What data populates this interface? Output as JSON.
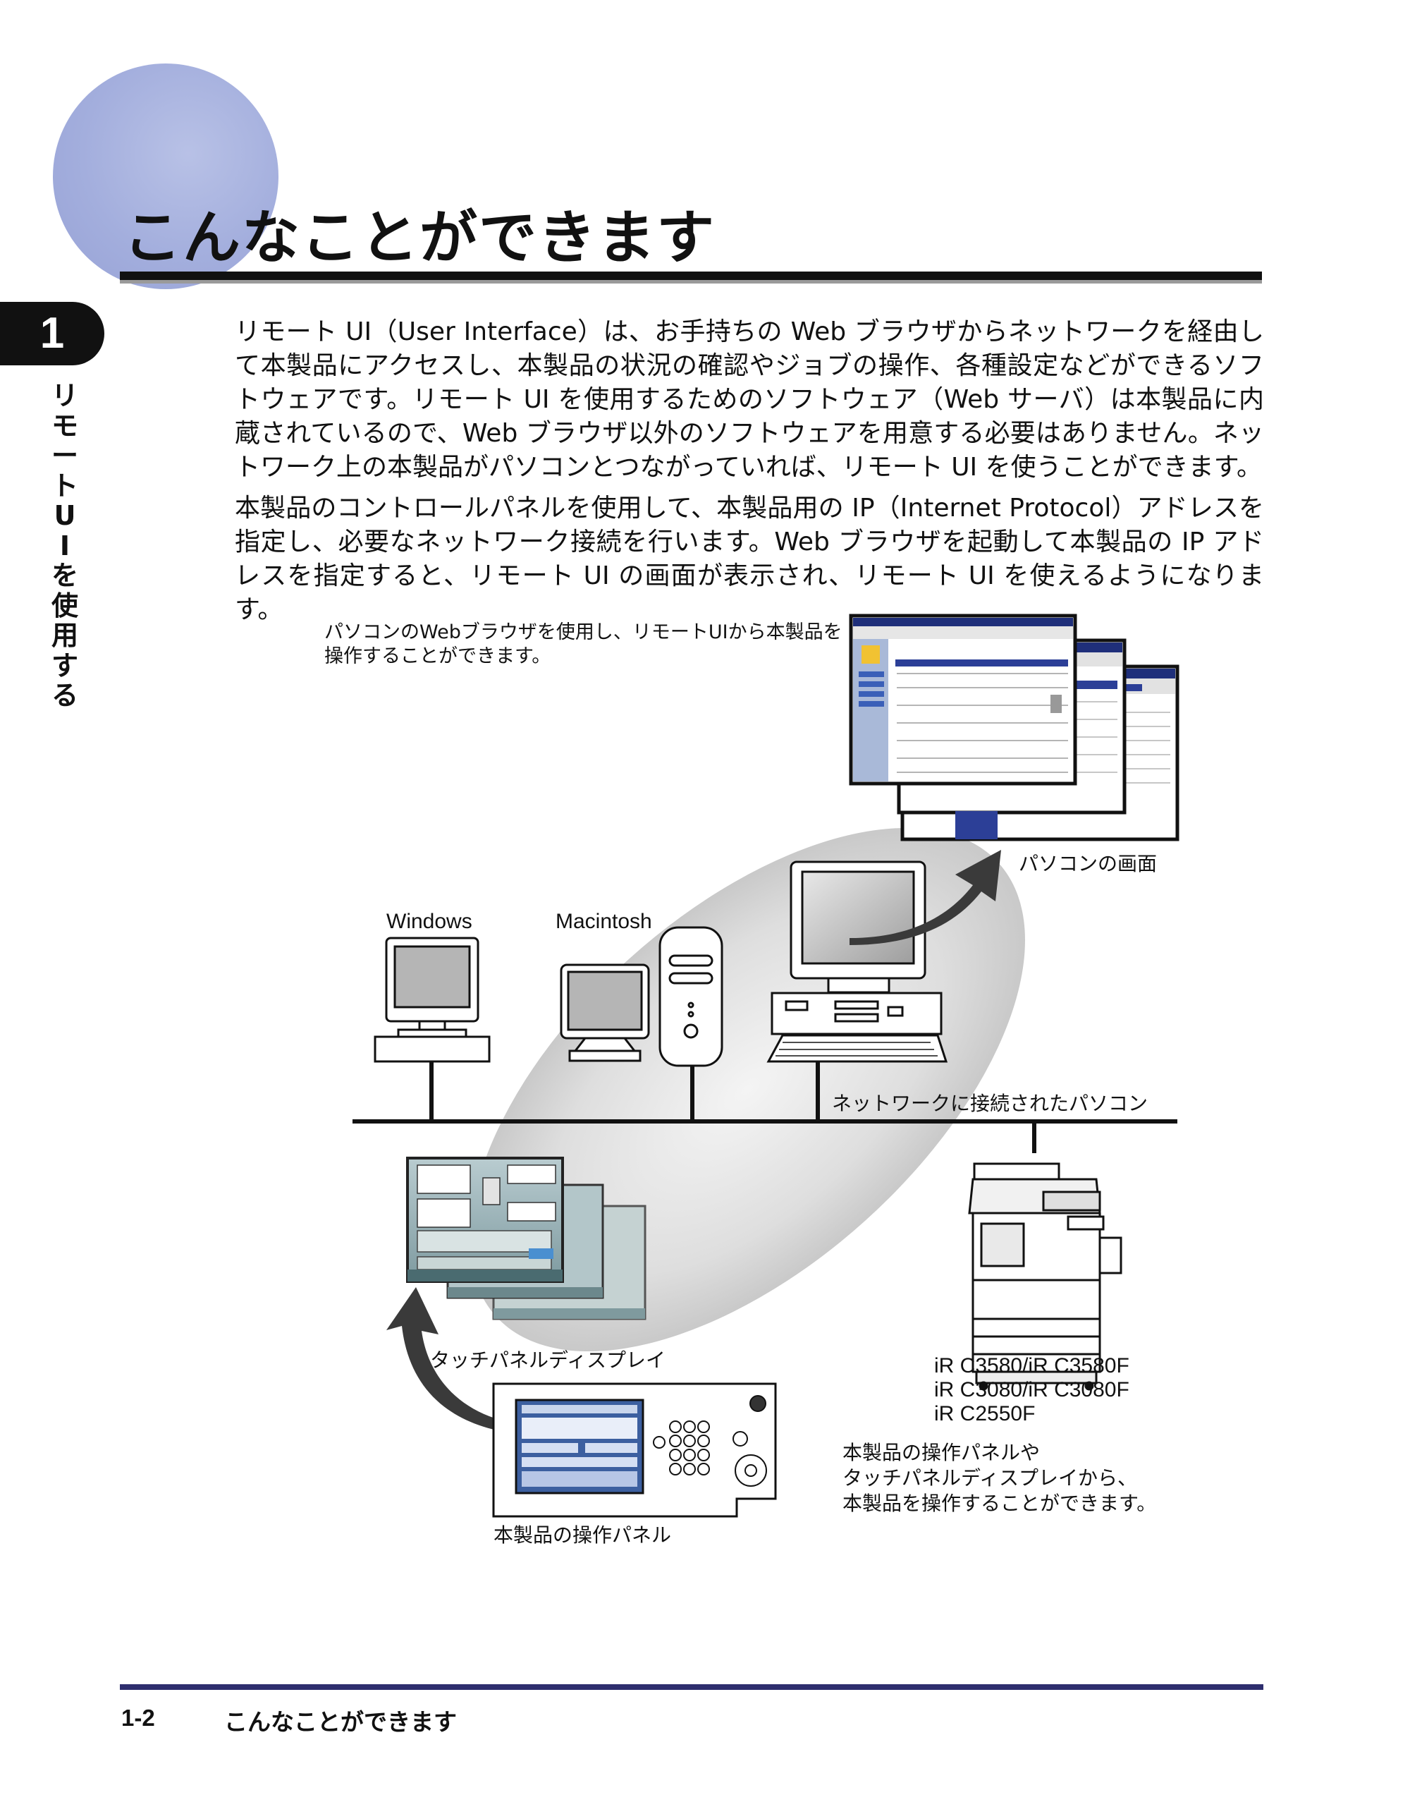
{
  "heading": {
    "title": "こんなことができます"
  },
  "chapter": {
    "number": "1",
    "label_chars": [
      "リ",
      "モ",
      "ー",
      "ト",
      "U",
      "I",
      "を",
      "使",
      "用",
      "す",
      "る"
    ]
  },
  "body": {
    "paragraph1": "リモート UI（User Interface）は、お手持ちの Web ブラウザからネットワークを経由して本製品にアクセスし、本製品の状況の確認やジョブの操作、各種設定などができるソフトウェアです。リモート UI を使用するためのソフトウェア（Web サーバ）は本製品に内蔵されているので、Web ブラウザ以外のソフトウェアを用意する必要はありません。ネットワーク上の本製品がパソコンとつながっていれば、リモート UI を使うことができます。",
    "paragraph2": "本製品のコントロールパネルを使用して、本製品用の IP（Internet Protocol）アドレスを指定し、必要なネットワーク接続を行います。Web ブラウザを起動して本製品の IP アドレスを指定すると、リモート UI の画面が表示され、リモート UI を使えるようになります。"
  },
  "figure": {
    "browser_note": "パソコンのWebブラウザを使用し、リモートUIから本製品を操作することができます。",
    "pc_screen_label": "パソコンの画面",
    "windows_label": "Windows",
    "macintosh_label": "Macintosh",
    "network_pc_label": "ネットワークに接続されたパソコン",
    "touch_panel_label": "タッチパネルディスプレイ",
    "op_panel_label": "本製品の操作パネル",
    "models": [
      "iR C3580/iR C3580F",
      "iR C3080/iR C3080F",
      "iR C2550F"
    ],
    "op_note_lines": [
      "本製品の操作パネルや",
      "タッチパネルディスプレイから、",
      "本製品を操作することができます。"
    ]
  },
  "footer": {
    "page": "1-2",
    "title": "こんなことができます"
  }
}
